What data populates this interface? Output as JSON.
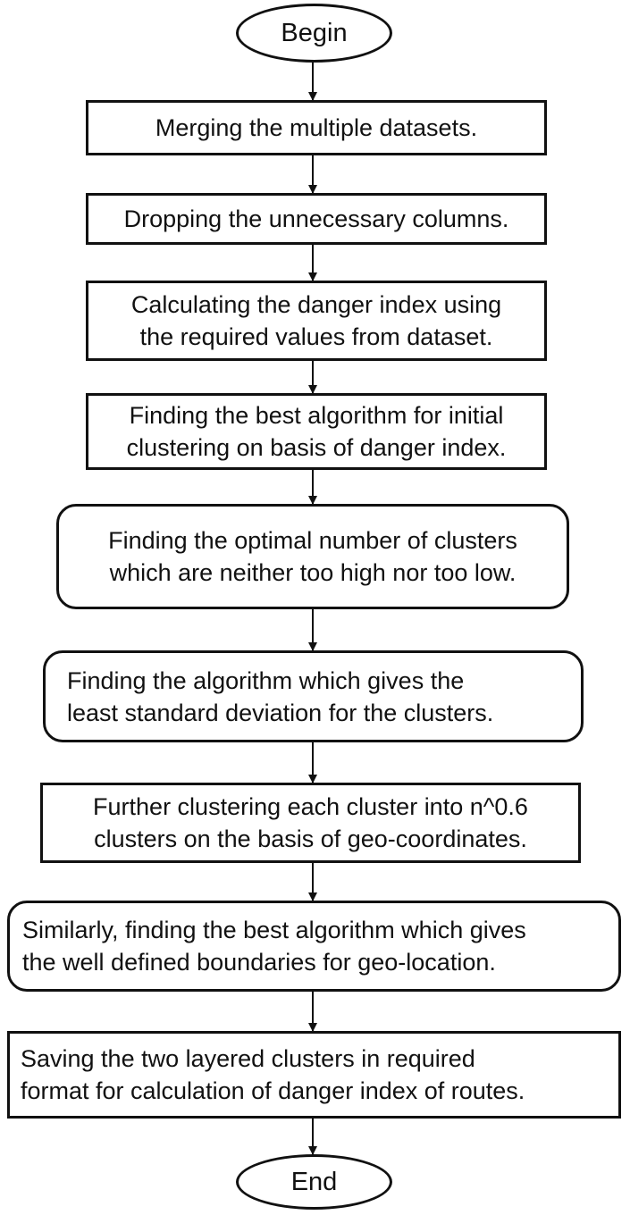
{
  "flowchart": {
    "nodes": [
      {
        "id": "begin",
        "shape": "terminator",
        "lines": [
          "Begin"
        ]
      },
      {
        "id": "merge",
        "shape": "process",
        "lines": [
          "Merging the multiple datasets."
        ]
      },
      {
        "id": "drop",
        "shape": "process",
        "lines": [
          "Dropping the unnecessary columns."
        ]
      },
      {
        "id": "danger-index",
        "shape": "process",
        "lines": [
          "Calculating the danger index using",
          "the required values from dataset."
        ]
      },
      {
        "id": "best-algorithm",
        "shape": "process",
        "lines": [
          "Finding the best algorithm for initial",
          "clustering on basis of danger index."
        ]
      },
      {
        "id": "optimal-clusters",
        "shape": "rounded-process",
        "lines": [
          "Finding the optimal number of clusters",
          "which are neither too high nor too low."
        ]
      },
      {
        "id": "least-std",
        "shape": "rounded-process",
        "lines": [
          "Finding the algorithm which gives the",
          "least standard deviation for the clusters."
        ]
      },
      {
        "id": "further-clustering",
        "shape": "process",
        "lines": [
          "Further clustering each cluster into n^0.6",
          "clusters on the basis of geo-coordinates."
        ]
      },
      {
        "id": "boundaries",
        "shape": "rounded-process",
        "lines": [
          "Similarly, finding the best algorithm which gives",
          "the well defined boundaries for geo-location."
        ]
      },
      {
        "id": "save",
        "shape": "process",
        "lines": [
          "Saving the two layered clusters in required",
          "format for calculation of danger index of routes."
        ]
      },
      {
        "id": "end",
        "shape": "terminator",
        "lines": [
          "End"
        ]
      }
    ],
    "edges": [
      {
        "from": "begin",
        "to": "merge"
      },
      {
        "from": "merge",
        "to": "drop"
      },
      {
        "from": "drop",
        "to": "danger-index"
      },
      {
        "from": "danger-index",
        "to": "best-algorithm"
      },
      {
        "from": "best-algorithm",
        "to": "optimal-clusters"
      },
      {
        "from": "optimal-clusters",
        "to": "least-std"
      },
      {
        "from": "least-std",
        "to": "further-clustering"
      },
      {
        "from": "further-clustering",
        "to": "boundaries"
      },
      {
        "from": "boundaries",
        "to": "save"
      },
      {
        "from": "save",
        "to": "end"
      }
    ],
    "colors": {
      "stroke": "#111111",
      "fill": "#ffffff",
      "text": "#111111"
    }
  }
}
